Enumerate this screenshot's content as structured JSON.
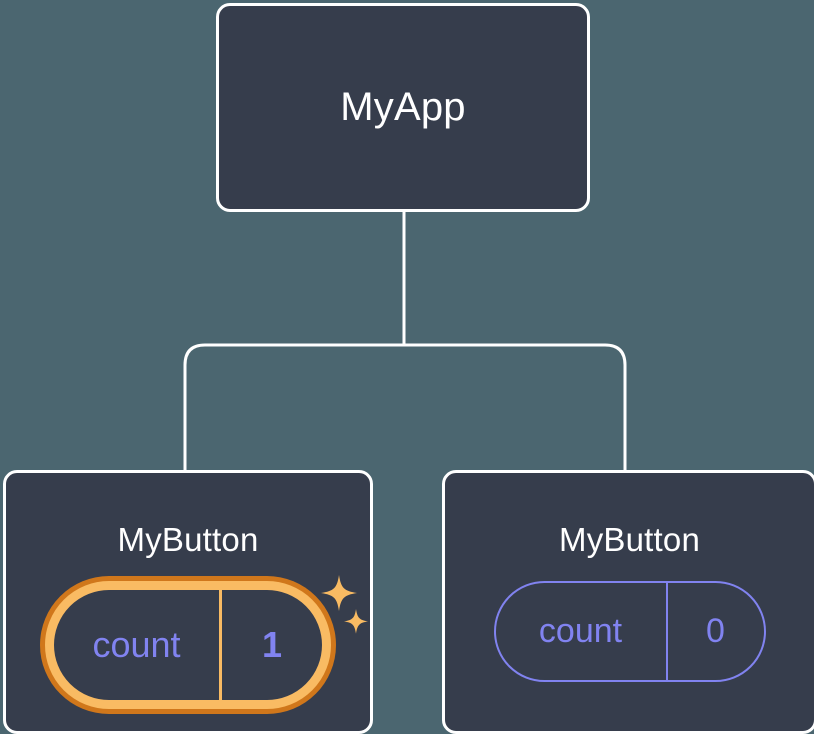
{
  "diagram": {
    "type": "component-tree",
    "background_color": "#4b6670",
    "node_fill": "#363d4c",
    "node_border": "#ffffff",
    "edge_color": "#ffffff",
    "accent_highlight": "#f9bb63",
    "accent_highlight_glow": "#d0771b",
    "accent_state": "#8183f0",
    "root": {
      "label": "MyApp"
    },
    "children": [
      {
        "label": "MyButton",
        "state": {
          "key": "count",
          "value": "1"
        },
        "highlighted": true,
        "sparkle_icons": [
          "sparkle-large",
          "sparkle-small"
        ]
      },
      {
        "label": "MyButton",
        "state": {
          "key": "count",
          "value": "0"
        },
        "highlighted": false,
        "sparkle_icons": []
      }
    ]
  }
}
